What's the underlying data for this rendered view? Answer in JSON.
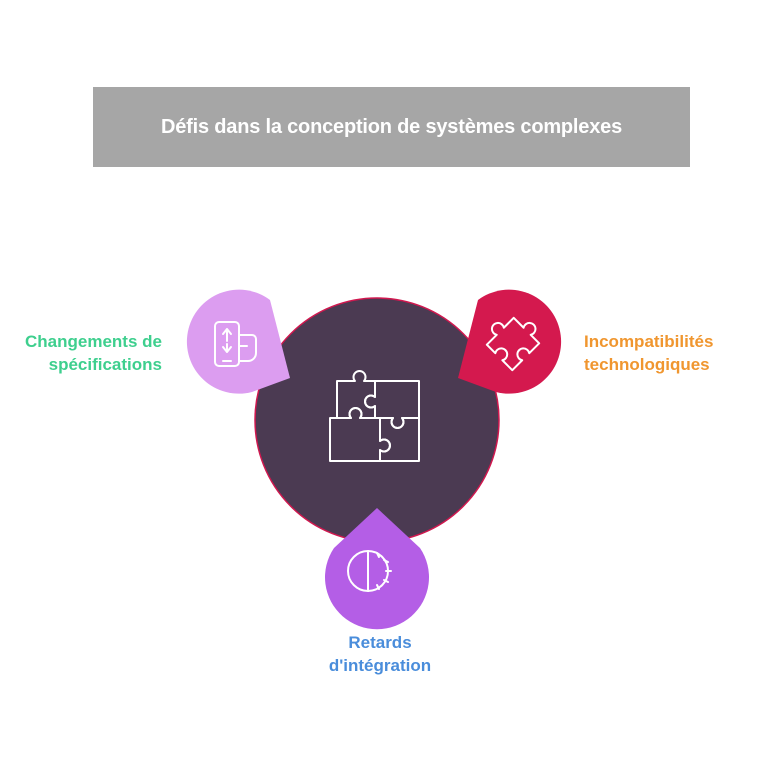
{
  "title": "Défis dans la conception de systèmes complexes",
  "center": {
    "icon": "puzzle-icon",
    "color": "#4b3a52",
    "border": "#d0184f"
  },
  "nodes": [
    {
      "id": "changements",
      "line1": "Changements de",
      "line2": "spécifications",
      "icon": "phone-swipe-icon",
      "bubble_color": "#dc9df0",
      "text_color": "#3ecf8e"
    },
    {
      "id": "incompatibilites",
      "line1": "Incompatibilités",
      "line2": "technologiques",
      "icon": "puzzle-piece-icon",
      "bubble_color": "#d4194e",
      "text_color": "#f0962f"
    },
    {
      "id": "retards",
      "line1": "Retards",
      "line2": "d'intégration",
      "icon": "timer-icon",
      "bubble_color": "#b45ee6",
      "text_color": "#4a8ddb"
    }
  ]
}
